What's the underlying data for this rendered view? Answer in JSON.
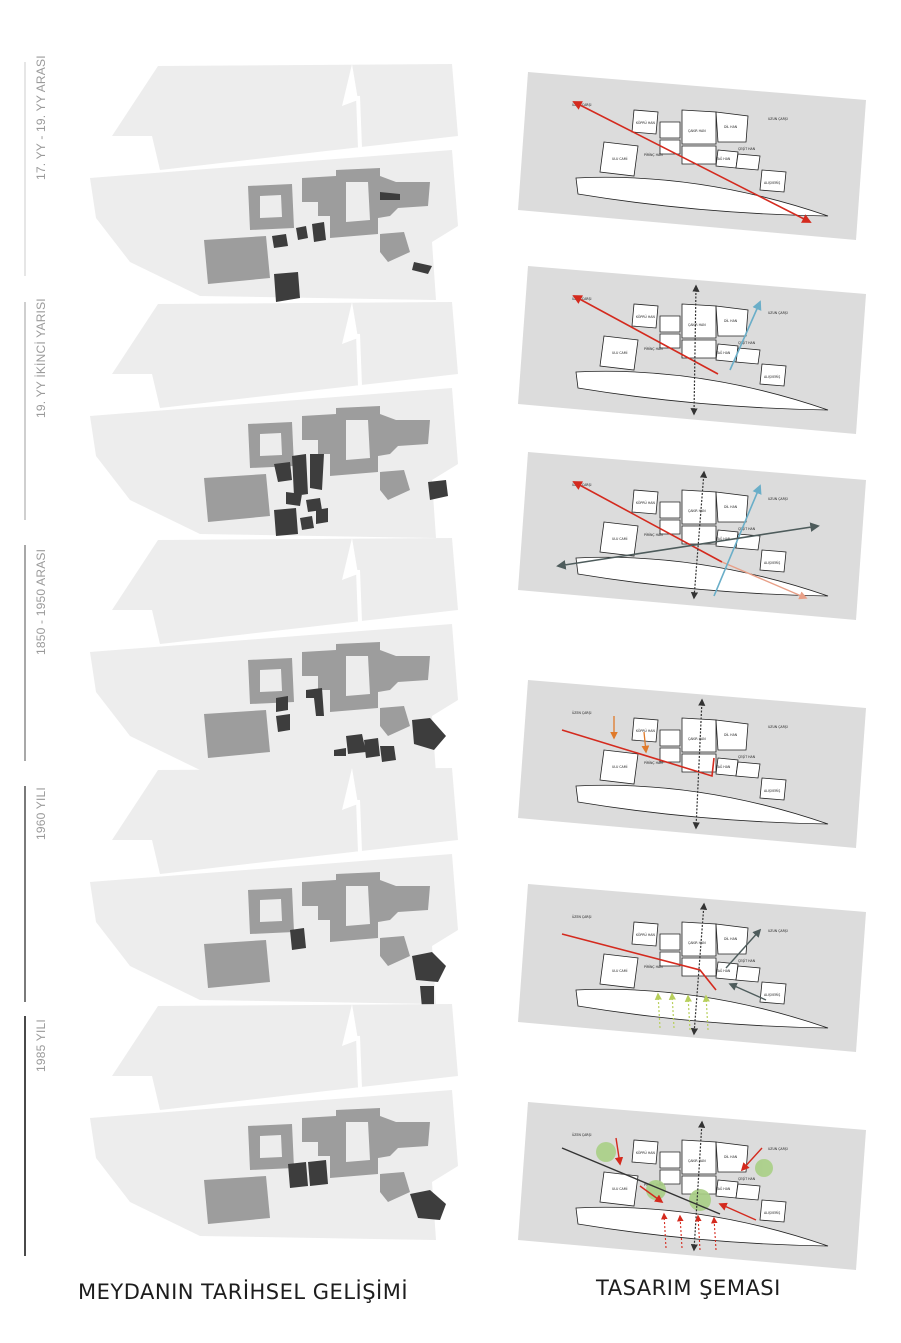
{
  "left_caption": "MEYDANIN TARİHSEL GELİŞİMİ",
  "right_caption": "TASARIM ŞEMASI",
  "periods": [
    {
      "label": "17. YY - 19. YY ARASI",
      "line_color": "#e6e6e6"
    },
    {
      "label": "19. YY İKİNCİ YARISI",
      "line_color": "#cfcfcf"
    },
    {
      "label": "1850 - 1950 ARASI",
      "line_color": "#a8a8a8"
    },
    {
      "label": "1960 YILI",
      "line_color": "#7a7a7a"
    },
    {
      "label": "1985 YILI",
      "line_color": "#4a4a4a"
    }
  ],
  "colors": {
    "ground": "#ededed",
    "existing_building": "#9d9d9d",
    "new_building": "#3d3d3d",
    "scheme_background": "#dcdcdc",
    "axis_red": "#d42a1e",
    "axis_blue": "#6aaec8",
    "axis_dark": "#333333",
    "axis_slate": "#4e5c5c",
    "axis_orange": "#e07a2a",
    "axis_salmon": "#e8a088",
    "axis_yellowgreen": "#b7cf5b",
    "green_area": "#a9cf85"
  }
}
